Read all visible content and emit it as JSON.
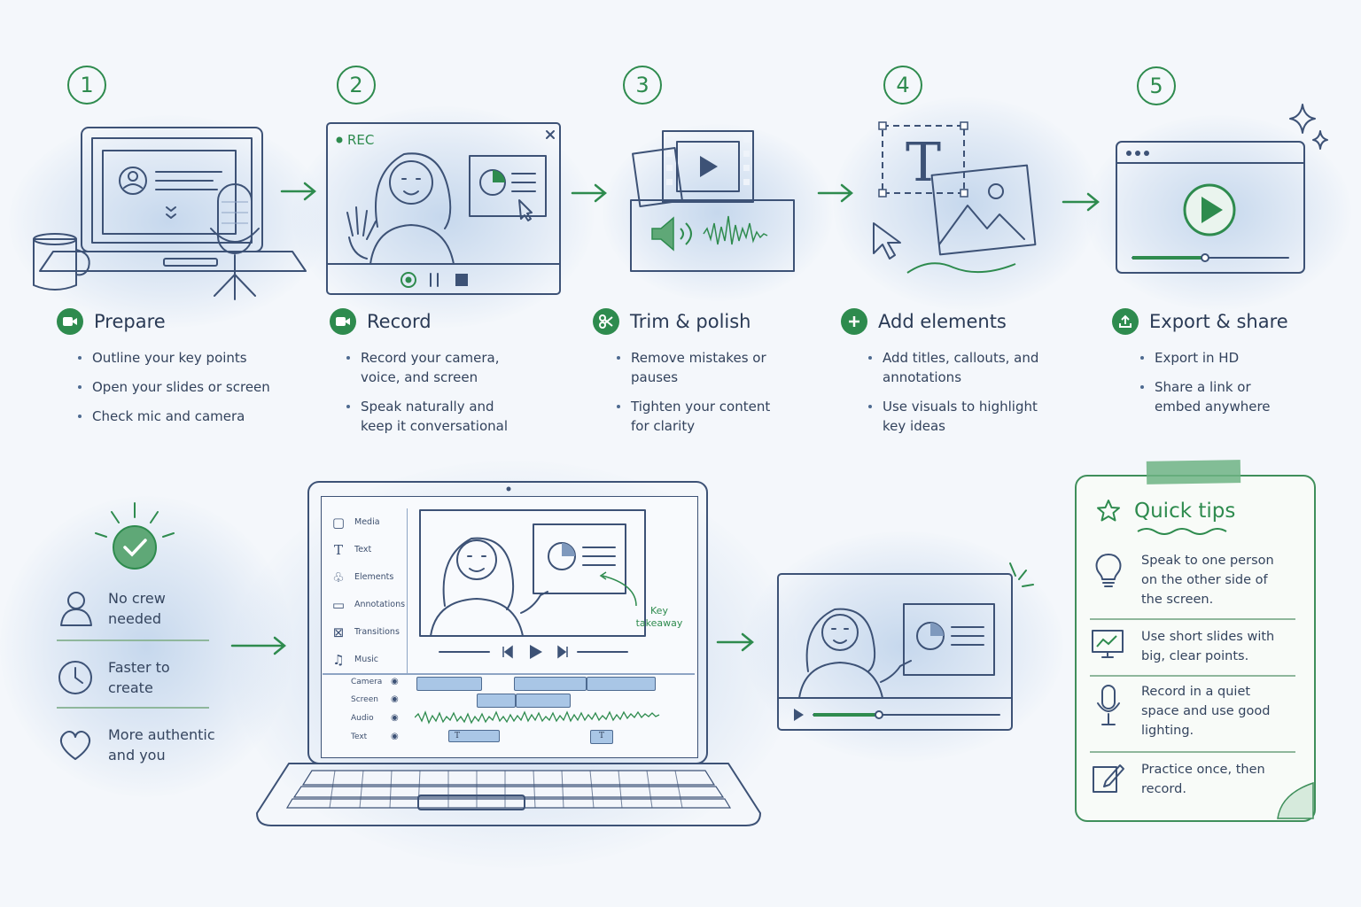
{
  "steps": [
    {
      "number": "1",
      "title": "Prepare",
      "bullets": [
        "Outline your key points",
        "Open your slides or screen",
        "Check mic and camera"
      ]
    },
    {
      "number": "2",
      "title": "Record",
      "bullets": [
        "Record your camera, voice, and screen",
        "Speak naturally and keep it conversational"
      ],
      "rec_label": "REC"
    },
    {
      "number": "3",
      "title": "Trim & polish",
      "bullets": [
        "Remove mistakes or pauses",
        "Tighten your content for clarity"
      ]
    },
    {
      "number": "4",
      "title": "Add elements",
      "bullets": [
        "Add titles, callouts, and annotations",
        "Use visuals to highlight key ideas"
      ]
    },
    {
      "number": "5",
      "title": "Export & share",
      "bullets": [
        "Export in HD",
        "Share a link or embed anywhere"
      ]
    }
  ],
  "benefits": [
    "No crew needed",
    "Faster to create",
    "More authentic and you"
  ],
  "editor": {
    "sidebar": [
      "Media",
      "Text",
      "Elements",
      "Annotations",
      "Transitions",
      "Music"
    ],
    "tracks": [
      "Camera",
      "Screen",
      "Audio",
      "Text"
    ],
    "callout": "Key takeaway",
    "text_clip_glyph": "T"
  },
  "quick_tips": {
    "title": "Quick tips",
    "items": [
      {
        "icon": "lightbulb-icon",
        "text": "Speak to one person on the other side of the screen."
      },
      {
        "icon": "chart-monitor-icon",
        "text": "Use short slides with big, clear points."
      },
      {
        "icon": "microphone-icon",
        "text": "Record in a quiet space and use good lighting."
      },
      {
        "icon": "edit-icon",
        "text": "Practice once, then record."
      }
    ]
  },
  "colors": {
    "accent": "#2e8b4e",
    "ink": "#3d5276",
    "clip": "#a9c6e6"
  }
}
